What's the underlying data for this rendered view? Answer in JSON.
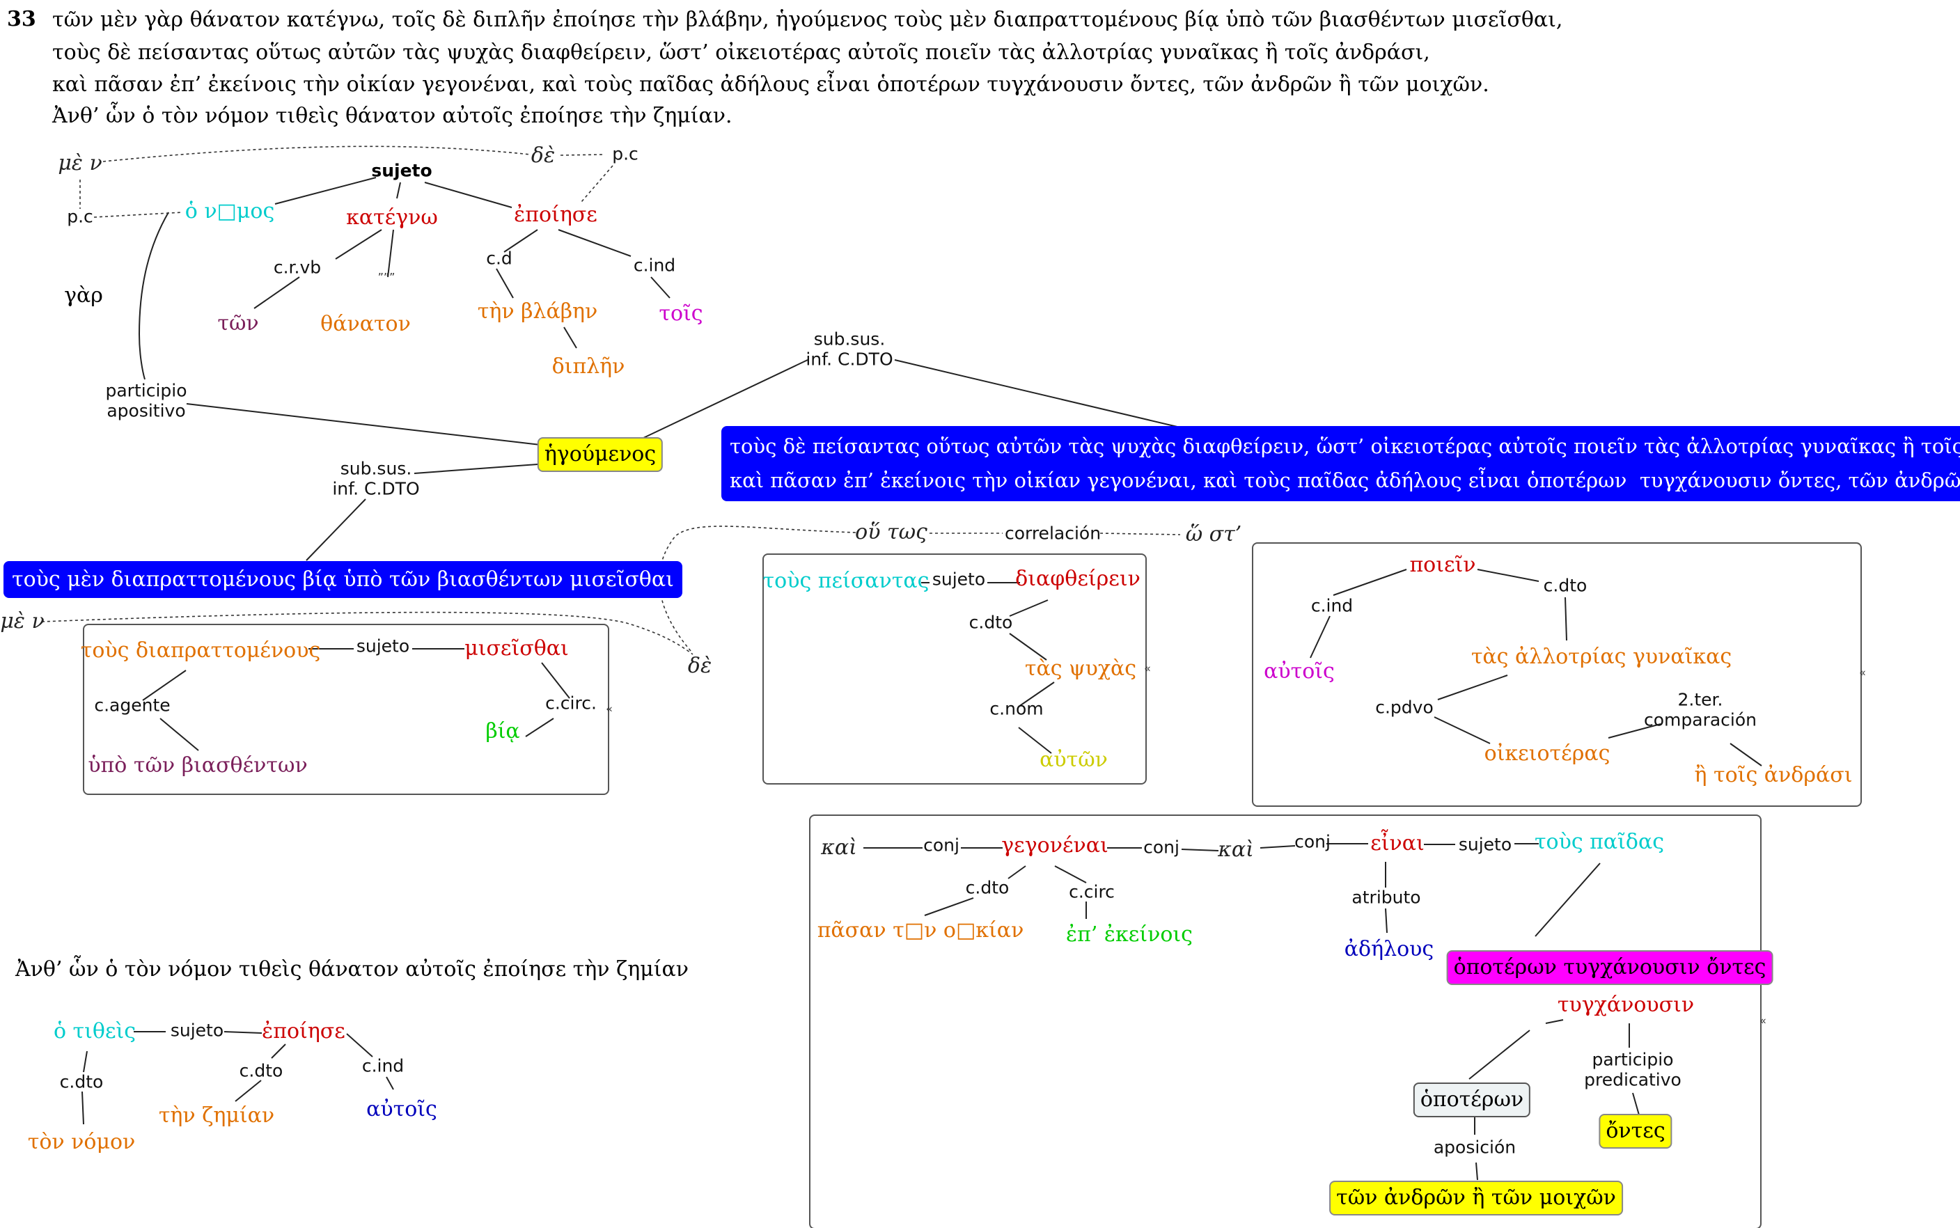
{
  "header": {
    "number": "33",
    "lines": [
      "τῶν μὲν γὰρ θάνατον κατέγνω, τοῖς δὲ διπλῆν ἐποίησε τὴν βλάβην, ἡγούμενος τοὺς μὲν διαπραττομένους βίᾳ ὑπὸ τῶν βιασθέντων μισεῖσθαι,",
      "τοὺς δὲ πείσαντας οὕτως αὐτῶν τὰς ψυχὰς διαφθείρειν, ὥστ’ οἰκειοτέρας αὐτοῖς ποιεῖν τὰς ἀλλοτρίας γυναῖκας ἢ τοῖς ἀνδράσι,",
      "καὶ πᾶσαν ἐπ’ ἐκείνοις τὴν οἰκίαν γεγονέναι, καὶ τοὺς παῖδας ἀδήλους εἶναι ὁποτέρων τυγχάνουσιν ὄντες, τῶν ἀνδρῶν ἢ τῶν μοιχῶν.",
      "Ἀνθ’ ὧν ὁ τὸν νόμον τιθεὶς θάνατον αὐτοῖς ἐποίησε τὴν ζημίαν."
    ]
  },
  "colors": {
    "verb": "#cc0000",
    "cd": "#e07000",
    "subject": "#00cccc",
    "cind": "#cc00cc",
    "article": "#7a1f5a",
    "circ": "#00cc00",
    "genitive": "#cccc00",
    "atrib": "#0000bb",
    "blue_box": "#0000ff",
    "yellow_box": "#ffff00",
    "magenta_box": "#ff00ff"
  },
  "top": {
    "men": "μὲ ν",
    "de": "δὲ",
    "pc_left": "p.c",
    "pc_right": "p.c",
    "gar": "γὰρ",
    "sujeto": "sujeto",
    "o_nomos": "ὁ ν□μος",
    "kategno": "κατέγνω",
    "epoiese": "ἐποίησε",
    "crvb": "c.r.vb",
    "quote_mark": "”””",
    "cd": "c.d",
    "cind": "c.ind",
    "ton": "τῶν",
    "thanaton": "θάνατον",
    "ten_blaben": "τὴν βλάβην",
    "tois": "τοῖς",
    "diplen": "διπλῆν",
    "participio_apositivo": "participio\napositivo",
    "hegoumenos": "ἡγούμενος",
    "subsus_left": "sub.sus.\ninf. C.DTO",
    "subsus_right": "sub.sus.\ninf. C.DTO",
    "blue_right": "τοὺς δὲ πείσαντας οὕτως αὐτῶν τὰς ψυχὰς διαφθείρειν, ὥστ’ οἰκειοτέρας αὐτοῖς ποιεῖν τὰς ἀλλοτρίας γυναῖκας ἢ τοῖς ἀνδράσι,\nκαὶ πᾶσαν ἐπ’ ἐκείνοις τὴν οἰκίαν γεγονέναι, καὶ τοὺς παῖδας ἀδήλους εἶναι ὁποτέρων  τυγχάνουσιν ὄντες, τῶν ἀνδρῶν ἢ τῶν μοιχῶν",
    "blue_left": "τοὺς μὲν διαπραττομένους βίᾳ ὑπὸ τῶν βιασθέντων μισεῖσθαι"
  },
  "correl": {
    "houtos": "οὕ τως",
    "correlacion": "correlación",
    "host": "ὥ στ’",
    "men2": "μὲ ν",
    "de2": "δὲ"
  },
  "box_a": {
    "diaprattomenous": "τοὺς διαπραττομένους",
    "sujeto": "sujeto",
    "miseisthai": "μισεῖσθαι",
    "cagente": "c.agente",
    "ccirc": "c.circ.",
    "bia": "βίᾳ",
    "hypo": "ὑπὸ τῶν βιασθέντων"
  },
  "box_b": {
    "peisantas": "τοὺς πείσαντας",
    "sujeto": "sujeto",
    "diaphtheirein": "διαφθείρειν",
    "cdto": "c.dto",
    "tas_psychas": "τὰς ψυχὰς",
    "cnom": "c.nom",
    "auton": "αὐτῶν"
  },
  "box_c": {
    "poiein": "ποιεῖν",
    "cind": "c.ind",
    "cdto": "c.dto",
    "autois": "αὐτοῖς",
    "gynaikas": "τὰς ἀλλοτρίας γυναῖκας",
    "cpdvo": "c.pdvo",
    "comparacion": "2.ter.\ncomparación",
    "oikeioteras": "οἰκειοτέρας",
    "andrasi": "ἢ τοῖς ἀνδράσι"
  },
  "box_d": {
    "kai1": "καὶ",
    "conj1": "conj",
    "gegonenai": "γεγονέναι",
    "conj2": "conj",
    "kai2": "καὶ",
    "conj3": "conj",
    "einai": "εἶναι",
    "sujeto": "sujeto",
    "paidas": "τοὺς παῖδας",
    "cdto": "c.dto",
    "ccirc": "c.circ",
    "atributo": "atributo",
    "pasan": "πᾶσαν τ□ν ο□κίαν",
    "ekeinois": "ἐπ’ ἐκείνοις",
    "adelous": "ἀδήλους",
    "magenta": "ὁποτέρων τυγχάνουσιν ὄντες",
    "tynchanousin": "τυγχάνουσιν",
    "participio_predicativo": "participio\npredicativo",
    "hopoteron": "ὁποτέρων",
    "ontes": "ὄντες",
    "aposicion": "aposición",
    "andron": "τῶν ἀνδρῶν ἢ τῶν μοιχῶν"
  },
  "bottom": {
    "sentence": "Ἀνθ’ ὧν ὁ τὸν νόμον τιθεὶς θάνατον αὐτοῖς ἐποίησε τὴν ζημίαν",
    "o_titheis": "ὁ τιθεὶς",
    "sujeto": "sujeto",
    "epoiese": "ἐποίησε",
    "cdto1": "c.dto",
    "cdto2": "c.dto",
    "cind": "c.ind",
    "ton_nomon": "τὸν νόμον",
    "ten_zemian": "τὴν ζημίαν",
    "autois": "αὐτοῖς"
  },
  "markers": {
    "collapse": "«"
  }
}
